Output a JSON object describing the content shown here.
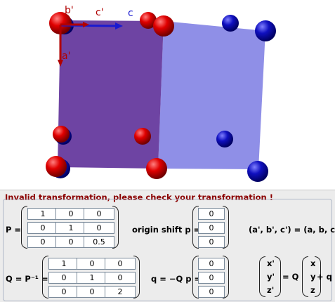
{
  "viewer": {
    "axis_labels": {
      "b_prime": "b'",
      "c_prime": "c'",
      "c": "c",
      "a_prime": "a'"
    },
    "colors": {
      "front_face": "#5a2a96",
      "back_face": "#7070e0",
      "red_atom": "#e00000",
      "blue_atom": "#1010c0",
      "red_axis": "#b00000",
      "blue_axis": "#1a1ad0"
    }
  },
  "panel": {
    "warning": "Invalid transformation, please check your transformation !",
    "p_label": "P =",
    "p_matrix": [
      [
        "1",
        "0",
        "0"
      ],
      [
        "0",
        "1",
        "0"
      ],
      [
        "0",
        "0",
        "0.5"
      ]
    ],
    "origin_label": "origin shift p =",
    "origin_vector": [
      "0",
      "0",
      "0"
    ],
    "relation_top": "(a', b', c') = (a, b, c) P",
    "q_label": "Q = P⁻¹ =",
    "q_matrix": [
      [
        "1",
        "0",
        "0"
      ],
      [
        "0",
        "1",
        "0"
      ],
      [
        "0",
        "0",
        "2"
      ]
    ],
    "q_shift_label": "q = −Q p =",
    "q_vector": [
      "0",
      "0",
      "0"
    ],
    "primed_coords": [
      "x'",
      "y'",
      "z'"
    ],
    "equals_q": "= Q",
    "coords": [
      "x",
      "y",
      "z"
    ],
    "plus_q": "+ q"
  }
}
